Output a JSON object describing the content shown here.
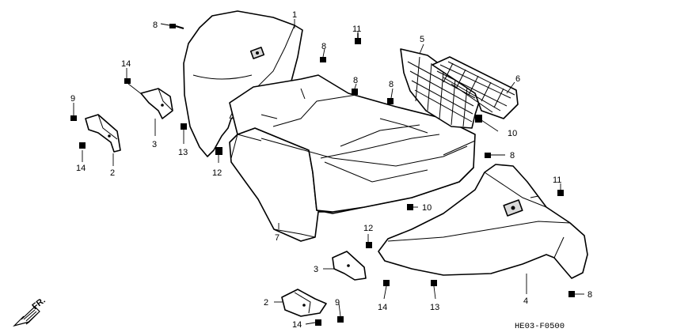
{
  "diagram": {
    "code": "HE03-F0500",
    "direction": "FR.",
    "labels": {
      "l1": "1",
      "l2a": "2",
      "l2b": "2",
      "l3a": "3",
      "l3b": "3",
      "l4": "4",
      "l5": "5",
      "l6": "6",
      "l7": "7",
      "l8a": "8",
      "l8b": "8",
      "l8c": "8",
      "l8d": "8",
      "l8e": "8",
      "l8f": "8",
      "l9a": "9",
      "l9b": "9",
      "l10a": "10",
      "l10b": "10",
      "l11a": "11",
      "l11b": "11",
      "l12a": "12",
      "l12b": "12",
      "l13a": "13",
      "l13b": "13",
      "l14a": "14",
      "l14b": "14",
      "l14c": "14",
      "l14d": "14"
    }
  }
}
